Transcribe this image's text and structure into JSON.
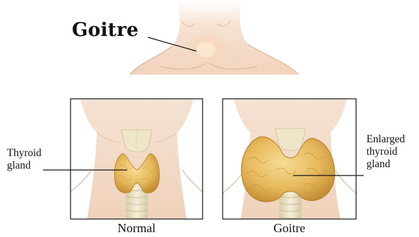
{
  "title": "Goitre",
  "labels": {
    "thyroid_line1": "Thyroid",
    "thyroid_line2": "gland",
    "enlarged_line1": "Enlarged",
    "enlarged_line2": "thyroid",
    "enlarged_line3": "gland"
  },
  "captions": {
    "normal": "Normal",
    "goitre": "Goitre"
  },
  "colors": {
    "skin": "#f3d9c4",
    "skin_shadow": "#e2b89c",
    "thyroid": "#e4b95a",
    "thyroid_dark": "#b8862e",
    "trachea": "#ece3c8",
    "frame": "#333333"
  }
}
